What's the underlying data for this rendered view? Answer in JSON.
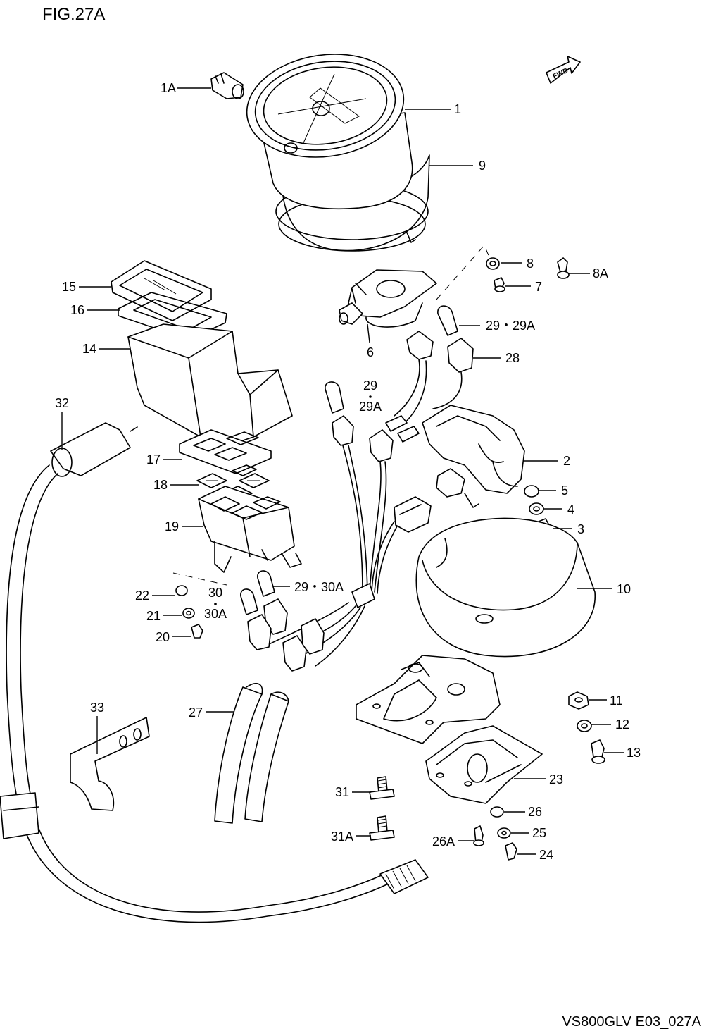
{
  "figure": {
    "title": "FIG.27A",
    "footer": "VS800GLV E03_027A",
    "direction_badge": "FWD"
  },
  "callouts": [
    {
      "id": "1A",
      "text": "1A"
    },
    {
      "id": "1",
      "text": "1"
    },
    {
      "id": "9",
      "text": "9"
    },
    {
      "id": "8",
      "text": "8"
    },
    {
      "id": "8A",
      "text": "8A"
    },
    {
      "id": "7",
      "text": "7"
    },
    {
      "id": "15",
      "text": "15"
    },
    {
      "id": "16",
      "text": "16"
    },
    {
      "id": "14",
      "text": "14"
    },
    {
      "id": "6",
      "text": "6"
    },
    {
      "id": "29-29A-top",
      "text": "29・29A"
    },
    {
      "id": "28",
      "text": "28"
    },
    {
      "id": "29-mid",
      "text": "29"
    },
    {
      "id": "29A-mid",
      "text": "29A"
    },
    {
      "id": "32",
      "text": "32"
    },
    {
      "id": "17",
      "text": "17"
    },
    {
      "id": "2",
      "text": "2"
    },
    {
      "id": "18",
      "text": "18"
    },
    {
      "id": "5",
      "text": "5"
    },
    {
      "id": "4",
      "text": "4"
    },
    {
      "id": "19",
      "text": "19"
    },
    {
      "id": "3",
      "text": "3"
    },
    {
      "id": "10",
      "text": "10"
    },
    {
      "id": "22",
      "text": "22"
    },
    {
      "id": "30",
      "text": "30"
    },
    {
      "id": "29-30A",
      "text": "29・30A"
    },
    {
      "id": "30A",
      "text": "30A"
    },
    {
      "id": "21",
      "text": "21"
    },
    {
      "id": "20",
      "text": "20"
    },
    {
      "id": "11",
      "text": "11"
    },
    {
      "id": "33",
      "text": "33"
    },
    {
      "id": "27",
      "text": "27"
    },
    {
      "id": "12",
      "text": "12"
    },
    {
      "id": "13",
      "text": "13"
    },
    {
      "id": "23",
      "text": "23"
    },
    {
      "id": "31",
      "text": "31"
    },
    {
      "id": "26",
      "text": "26"
    },
    {
      "id": "25",
      "text": "25"
    },
    {
      "id": "31A",
      "text": "31A"
    },
    {
      "id": "26A",
      "text": "26A"
    },
    {
      "id": "24",
      "text": "24"
    }
  ]
}
